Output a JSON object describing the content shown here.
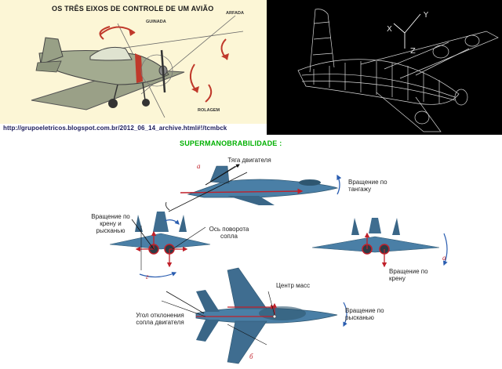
{
  "left_panel": {
    "title": "OS TRÊS EIXOS DE CONTROLE DE UM AVIÃO",
    "labels": {
      "yaw": "GUINADA",
      "pitch": "ARFADA",
      "roll": "ROLAGEM"
    },
    "source_url": "http://grupoeletricos.blogspot.com.br/2012_06_14_archive.html#!/tcmbck"
  },
  "right_panel": {
    "axis_labels": {
      "x": "X",
      "y": "Y",
      "z": "Z"
    }
  },
  "diagram": {
    "title": "SUPERMANOBRABILIDADE :",
    "labels": {
      "thrust": "Тяга двигателя",
      "pitch_rotation": "Вращение по тангажу",
      "roll_yaw_rotation": "Вращение по крену и рысканью",
      "nozzle_axis": "Ось поворота сопла",
      "roll_rotation": "Вращение по крену",
      "center_of_mass": "Центр масс",
      "nozzle_angle": "Угол отклонения сопла двигателя",
      "yaw_rotation": "Вращение по рысканью"
    },
    "panel_letters": {
      "a1": "а",
      "g": "г",
      "a2": "а",
      "b": "б"
    }
  },
  "colors": {
    "title_green": "#00b000",
    "arrow_red": "#c0202a",
    "camo_blue": "#4a7fa6",
    "camo_dark": "#2e5670"
  }
}
